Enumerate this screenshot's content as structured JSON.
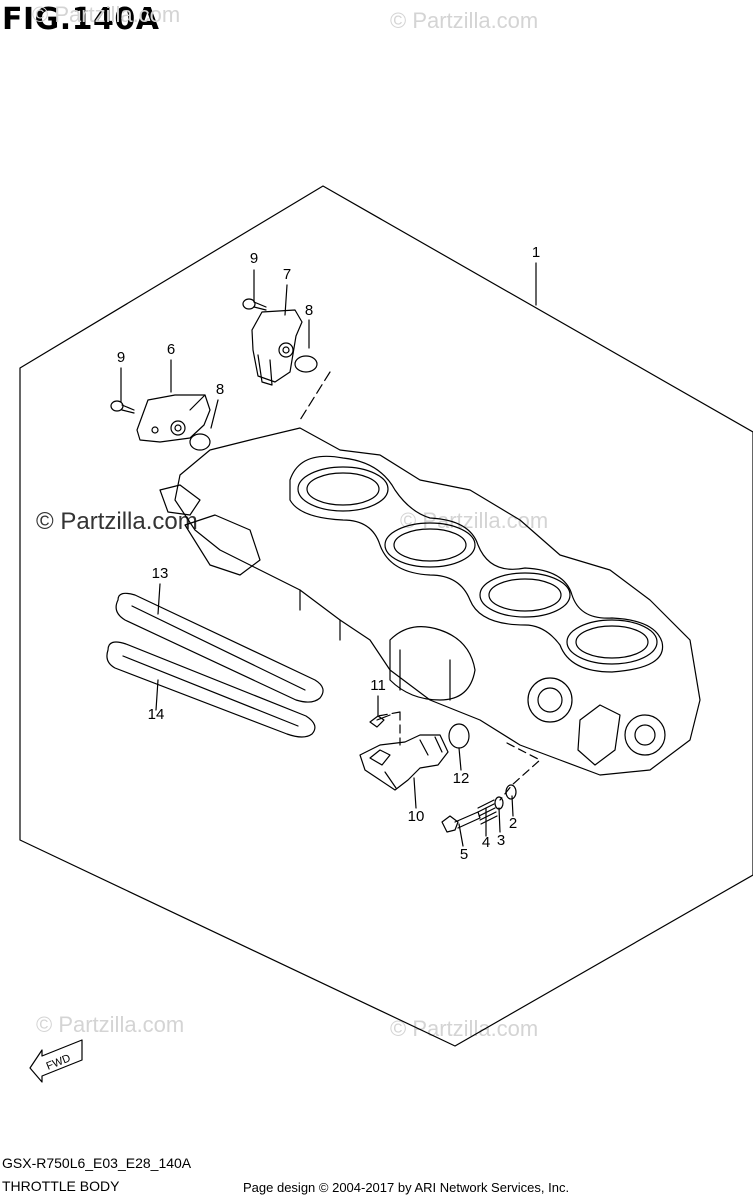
{
  "figure": {
    "title": "FIG.140A"
  },
  "watermarks": {
    "top_left": "© Partzilla.com",
    "top_right": "© Partzilla.com",
    "mid_left": "© Partzilla.com",
    "mid_center": "© Partzilla.com",
    "bottom_left": "© Partzilla.com",
    "bottom_center": "© Partzilla.com"
  },
  "callouts": [
    "1",
    "2",
    "3",
    "4",
    "5",
    "6",
    "7",
    "8",
    "8",
    "9",
    "9",
    "10",
    "11",
    "12",
    "13",
    "14"
  ],
  "fwd_label": "FWD",
  "footer": {
    "model_code": "GSX-R750L6_E03_E28_140A",
    "section_name": "THROTTLE BODY",
    "copyright": "Page design © 2004-2017 by ARI Network Services, Inc."
  },
  "icons": {
    "fwd_arrow": "fwd-arrow-icon"
  }
}
